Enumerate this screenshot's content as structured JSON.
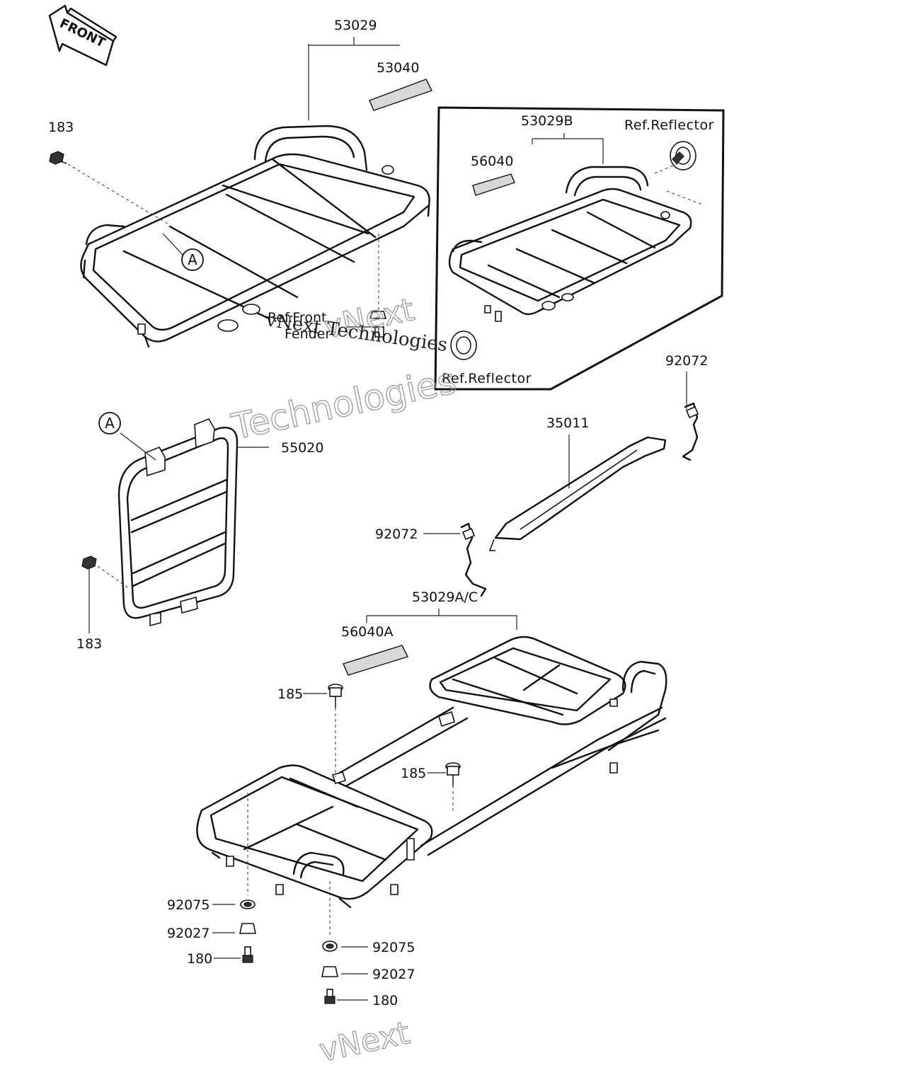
{
  "front_badge": {
    "text": "FRONT"
  },
  "circle_marker": "A",
  "labels": {
    "p53029": "53029",
    "p53040": "53040",
    "p183_top": "183",
    "ref_front_fender_1": "Ref.Front",
    "ref_front_fender_2": "Fender",
    "p53029B": "53029B",
    "p56040": "56040",
    "ref_reflector_top": "Ref.Reflector",
    "ref_reflector_bottom": "Ref.Reflector",
    "p92072_right": "92072",
    "p55020": "55020",
    "p35011": "35011",
    "p92072_left": "92072",
    "p183_bottom": "183",
    "p53029AC": "53029A/C",
    "p56040A": "56040A",
    "p185_left": "185",
    "p185_right": "185",
    "p92075_left": "92075",
    "p92027_left": "92027",
    "p180_left": "180",
    "p92075_right": "92075",
    "p92027_right": "92027",
    "p180_right": "180"
  },
  "watermark": {
    "line1": "vNext",
    "line2": "vNext Technologies",
    "line3": "Technologies",
    "bottom": "vNext"
  }
}
